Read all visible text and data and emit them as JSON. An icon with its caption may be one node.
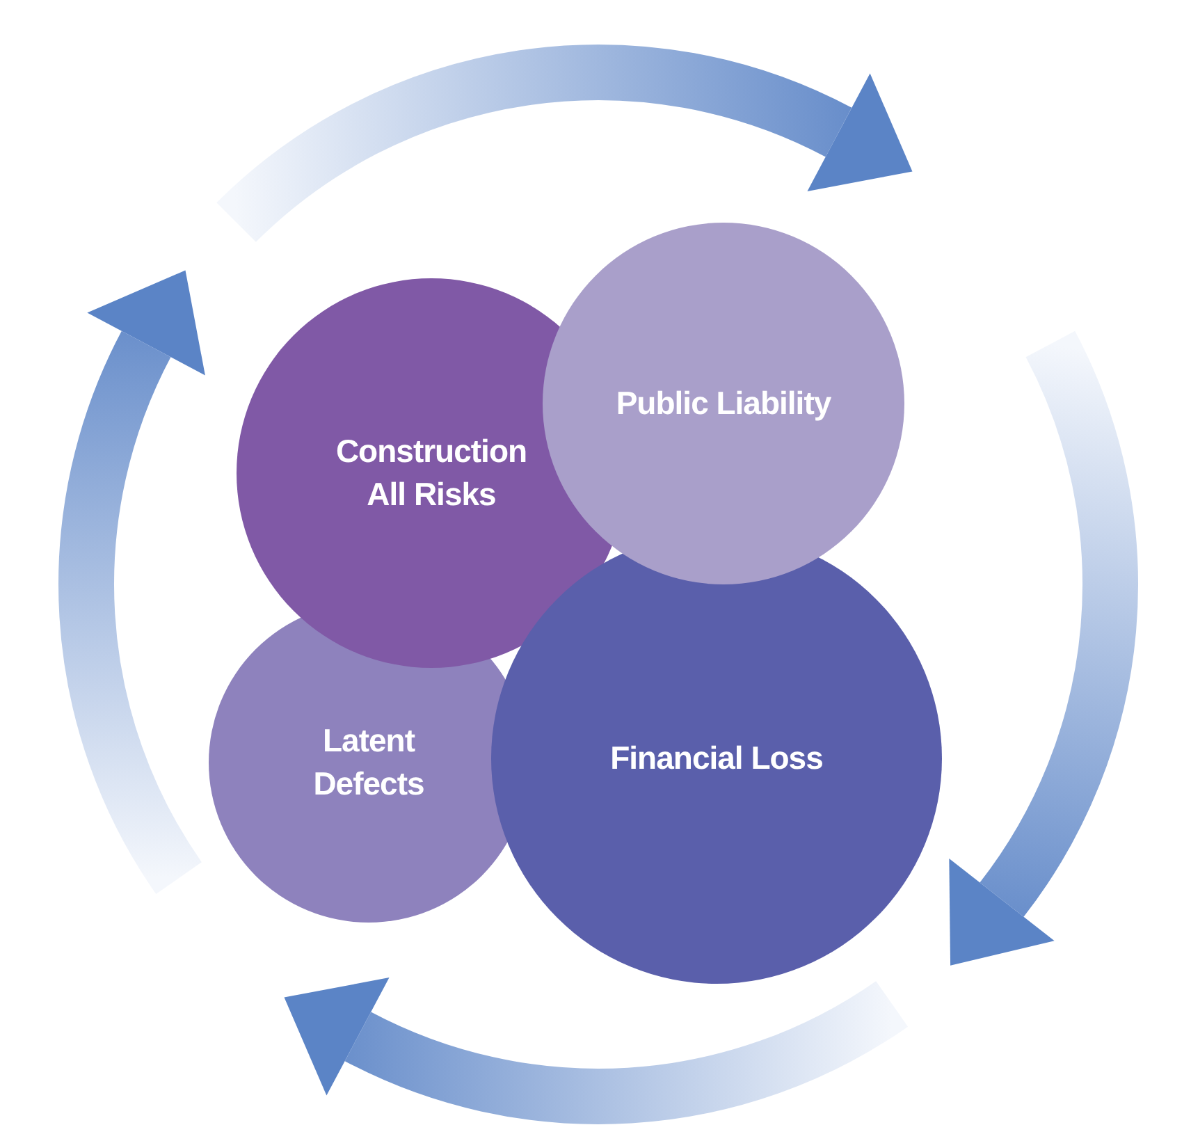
{
  "diagram": {
    "nodes": [
      {
        "text": [
          "Construction All Risks"
        ]
      },
      {
        "text": [
          "Public Liability"
        ]
      },
      {
        "text": [
          "Latent Defects"
        ]
      },
      {
        "text": [
          "Financial Loss"
        ]
      }
    ],
    "edges": []
  }
}
